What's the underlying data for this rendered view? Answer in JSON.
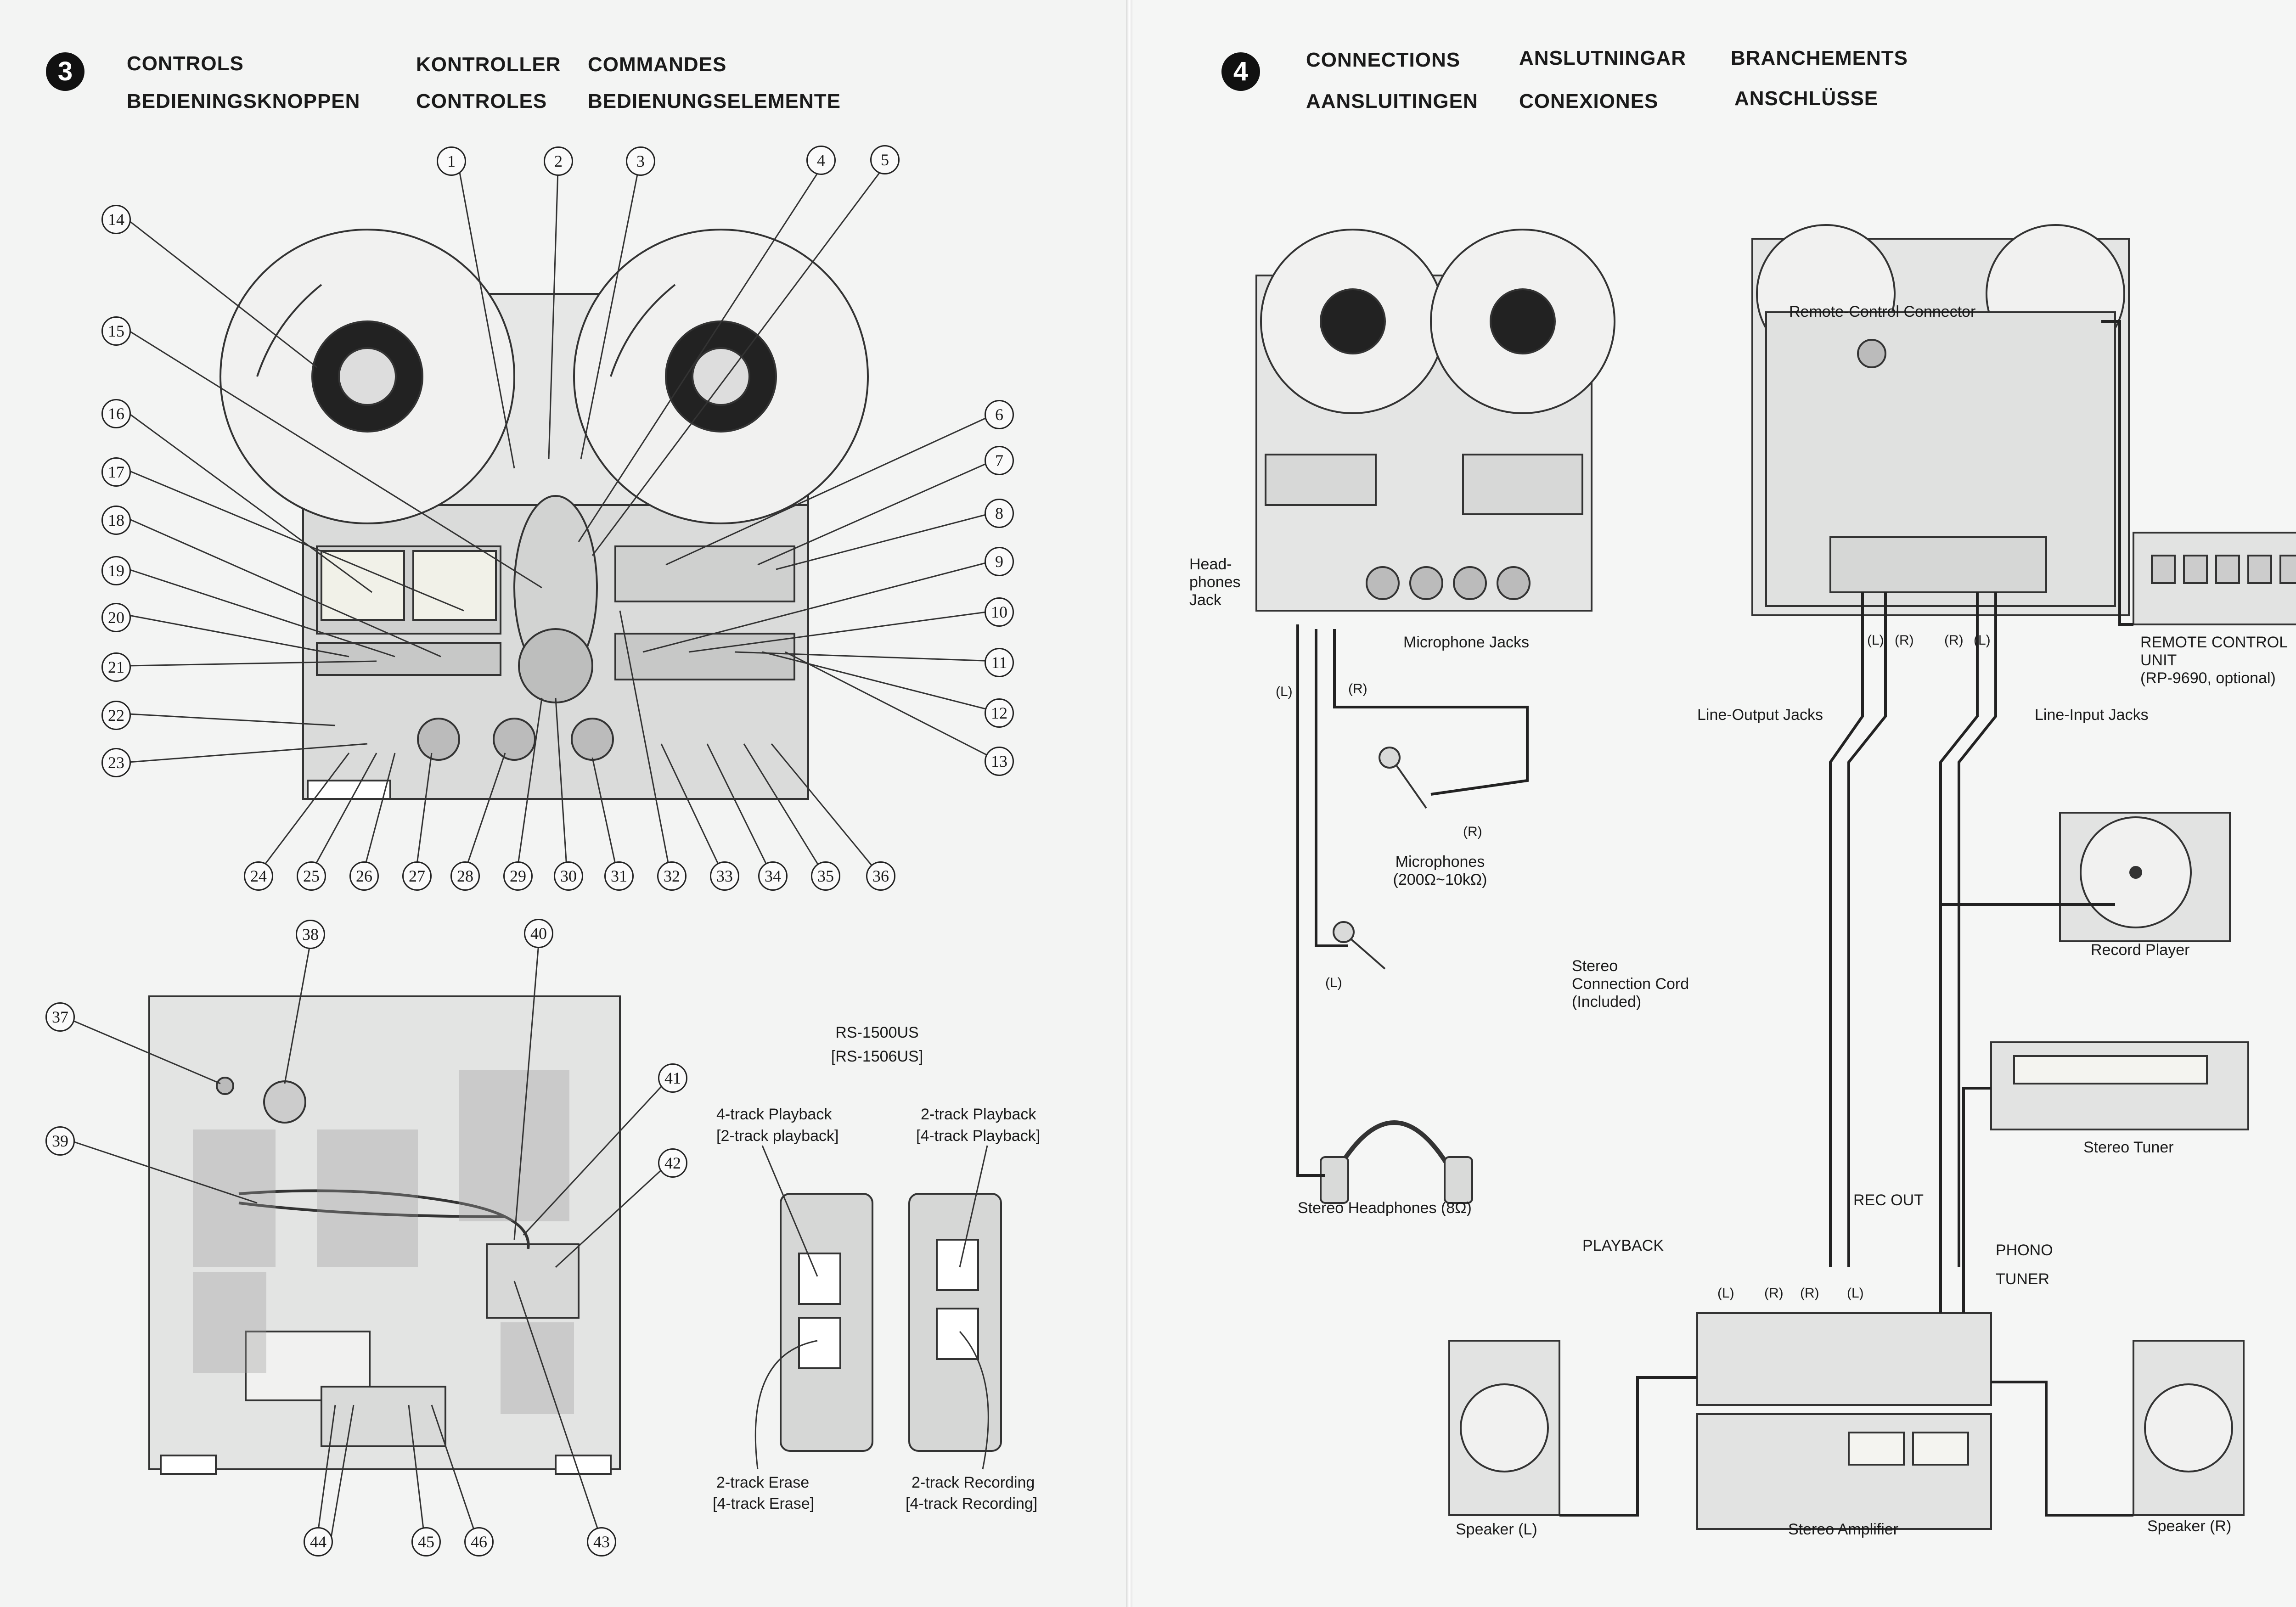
{
  "left_page": {
    "section_number": "3",
    "headings": [
      "CONTROLS",
      "KONTROLLER",
      "COMMANDES",
      "BEDIENINGSKNOPPEN",
      "CONTROLES",
      "BEDIENUNGSELEMENTE"
    ],
    "front_callouts": [
      "1",
      "2",
      "3",
      "4",
      "5",
      "6",
      "7",
      "8",
      "9",
      "10",
      "11",
      "12",
      "13",
      "14",
      "15",
      "16",
      "17",
      "18",
      "19",
      "20",
      "21",
      "22",
      "23",
      "24",
      "25",
      "26",
      "27",
      "28",
      "29",
      "30",
      "31",
      "32",
      "33",
      "34",
      "35",
      "36"
    ],
    "rear_callouts": [
      "37",
      "38",
      "39",
      "40",
      "41",
      "42",
      "43",
      "44",
      "45",
      "46"
    ],
    "model_label": "RS-1500US",
    "model_label_alt": "[RS-1506US]",
    "heads": {
      "left_top": "4-track Playback",
      "left_top_alt": "[2-track playback]",
      "right_top": "2-track Playback",
      "right_top_alt": "[4-track Playback]",
      "left_bottom": "2-track Erase",
      "left_bottom_alt": "[4-track Erase]",
      "right_bottom": "2-track Recording",
      "right_bottom_alt": "[4-track Recording]"
    }
  },
  "right_page": {
    "section_number": "4",
    "headings": [
      "CONNECTIONS",
      "ANSLUTNINGAR",
      "BRANCHEMENTS",
      "AANSLUITINGEN",
      "CONEXIONES",
      "ANSCHLÜSSE"
    ],
    "labels": {
      "remote_connector": "Remote-Control Connector",
      "headphones_jack": "Head-\nphones\nJack",
      "microphone_jacks": "Microphone Jacks",
      "line_output": "Line-Output Jacks",
      "line_input": "Line-Input Jacks",
      "remote_unit": "REMOTE CONTROL\nUNIT\n(RP-9690, optional)",
      "microphones": "Microphones\n(200Ω~10kΩ)",
      "record_player": "Record Player",
      "stereo_cord": "Stereo\nConnection Cord\n(Included)",
      "stereo_tuner": "Stereo Tuner",
      "stereo_headphones": "Stereo Headphones (8Ω)",
      "playback": "PLAYBACK",
      "rec_out": "REC OUT",
      "phono": "PHONO",
      "tuner": "TUNER",
      "speaker_l": "Speaker (L)",
      "stereo_amplifier": "Stereo Amplifier",
      "speaker_r": "Speaker (R)",
      "ch_l": "(L)",
      "ch_r": "(R)"
    }
  }
}
